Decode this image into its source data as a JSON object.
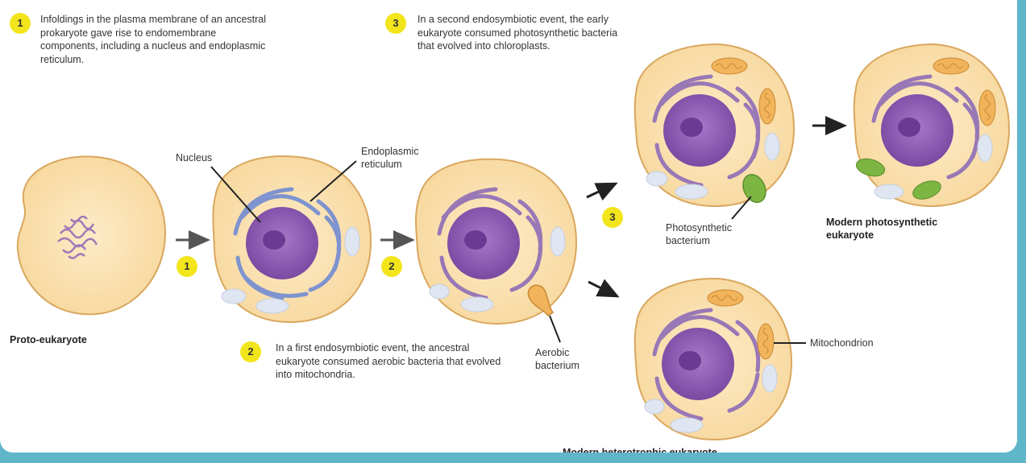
{
  "captions": {
    "step1": "Infoldings in the plasma membrane of an ancestral prokaryote gave rise to endomembrane components, including a nucleus and endoplasmic reticulum.",
    "step2": "In a first endosymbiotic event, the ancestral eukaryote consumed aerobic bacteria that evolved into mitochondria.",
    "step3": "In a second endosymbiotic event, the early eukaryote consumed photosynthetic bacteria that evolved into chloroplasts."
  },
  "badges": {
    "one": "1",
    "two": "2",
    "three": "3"
  },
  "labels": {
    "nucleus": "Nucleus",
    "er_line1": "Endoplasmic",
    "er_line2": "reticulum",
    "aerobic_line1": "Aerobic",
    "aerobic_line2": "bacterium",
    "photo_line1": "Photosynthetic",
    "photo_line2": "bacterium",
    "mitochondrion": "Mitochondrion"
  },
  "cell_names": {
    "proto": "Proto-eukaryote",
    "photosynthetic_line1": "Modern photosynthetic",
    "photosynthetic_line2": "eukaryote",
    "heterotrophic": "Modern heterotrophic eukaryote"
  },
  "colors": {
    "cell_fill": "#fbe3b4",
    "nucleus": "#8c5cb0",
    "er": "#7e93cf",
    "vesicle": "#dfe6f1",
    "mitochondrion": "#f1b45a",
    "chloroplast": "#7db543",
    "badge": "#f2e51c"
  }
}
